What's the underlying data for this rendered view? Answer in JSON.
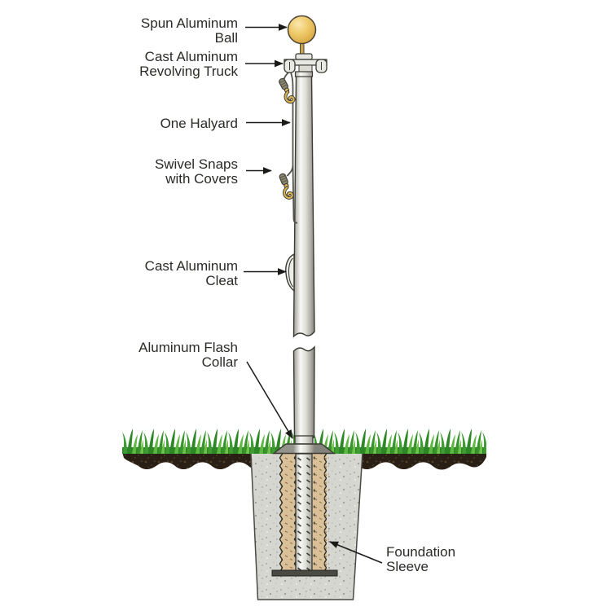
{
  "labels": {
    "ball": {
      "line1": "Spun Aluminum",
      "line2": "Ball"
    },
    "truck": {
      "line1": "Cast Aluminum",
      "line2": "Revolving Truck"
    },
    "halyard": {
      "line1": "One Halyard"
    },
    "snaps": {
      "line1": "Swivel Snaps",
      "line2": "with Covers"
    },
    "cleat": {
      "line1": "Cast Aluminum",
      "line2": "Cleat"
    },
    "collar": {
      "line1": "Aluminum Flash",
      "line2": "Collar"
    },
    "sleeve": {
      "line1": "Foundation",
      "line2": "Sleeve"
    }
  },
  "colors": {
    "background": "#ffffff",
    "label_text": "#2b2a27",
    "leader_line": "#1a1a18",
    "ball_gold": "#efcb6b",
    "pole_highlight": "#f9f9f5",
    "pole_shade": "#8a8a82",
    "outline": "#3a3a33",
    "rope": "#53524a",
    "snap_brass": "#d9b254",
    "grass_green": "#3f9c33",
    "soil_brown": "#2a1f15",
    "concrete_gray": "#d6d6d1",
    "sleeve_tan": "#d9c098",
    "base_plate": "#4a4a43"
  }
}
